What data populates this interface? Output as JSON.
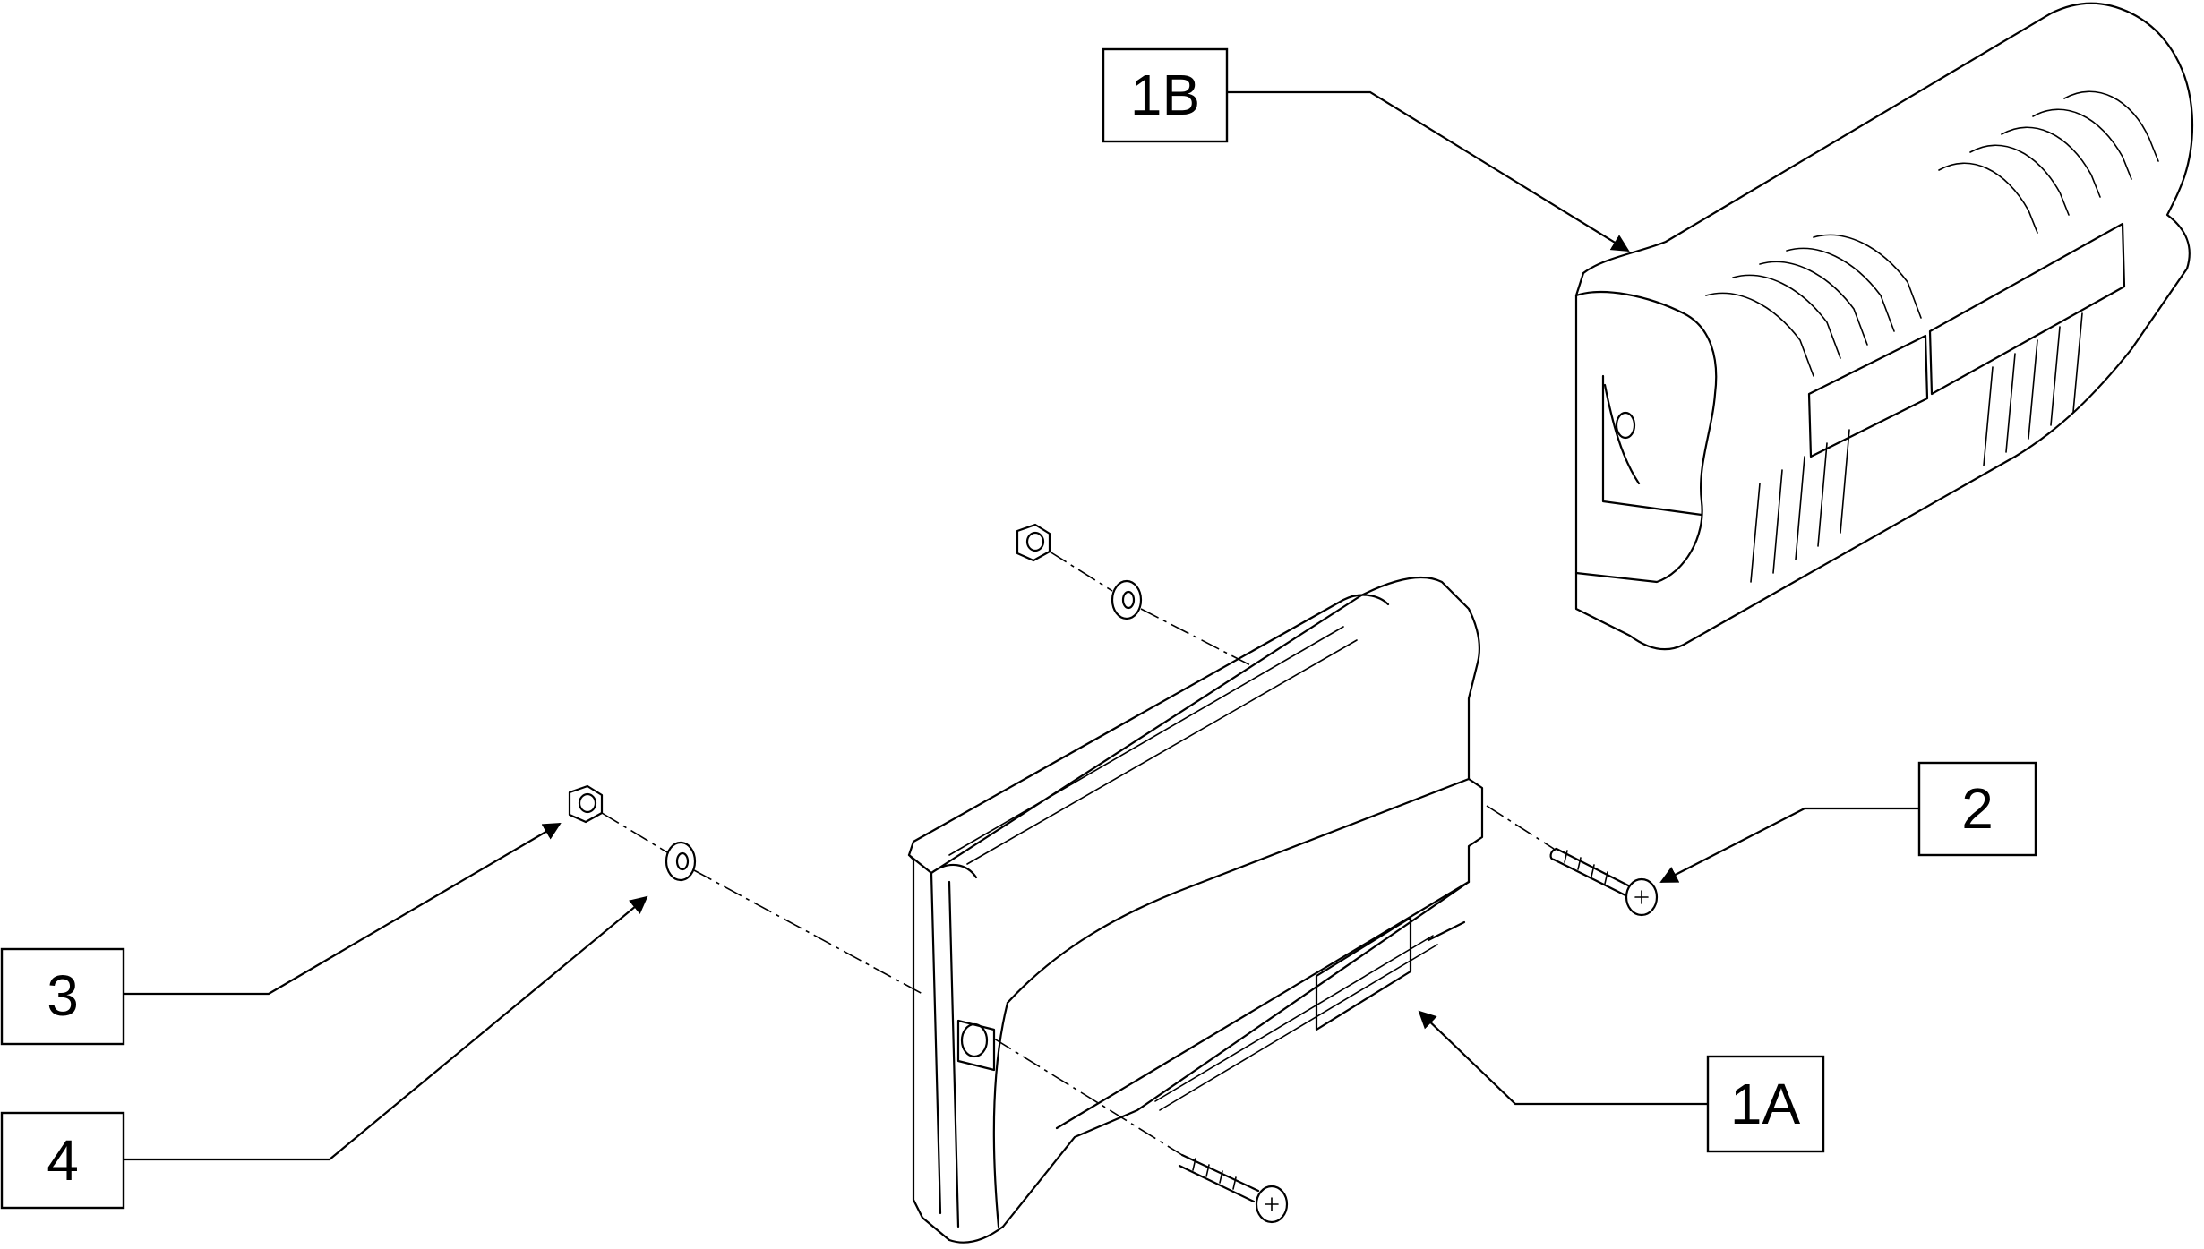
{
  "callouts": {
    "c1b": {
      "label": "1B"
    },
    "c2": {
      "label": "2"
    },
    "c3": {
      "label": "3"
    },
    "c4": {
      "label": "4"
    },
    "c1a": {
      "label": "1A"
    }
  },
  "colors": {
    "stroke": "#000000",
    "background": "#ffffff"
  }
}
